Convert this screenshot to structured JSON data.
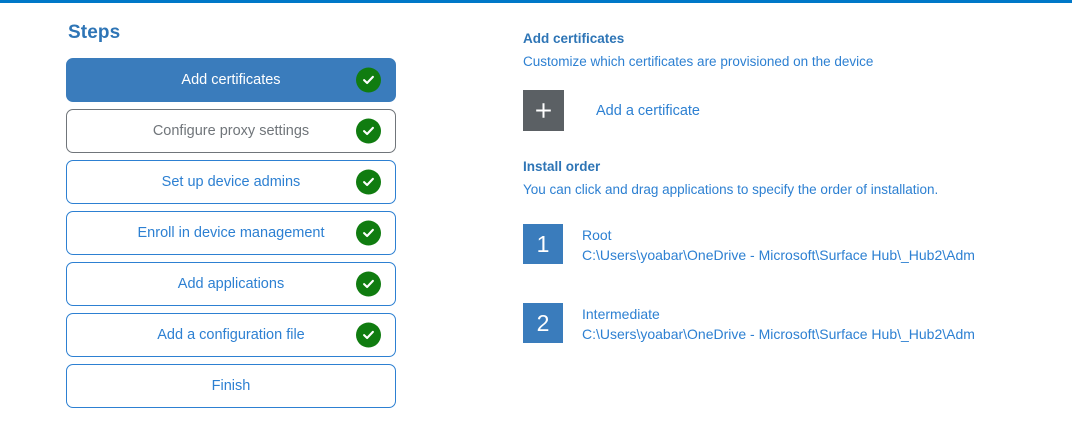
{
  "theme": {
    "accent_blue": "#2d80d2",
    "header_blue": "#2e75b6",
    "selected_blue": "#3a7cbc",
    "top_rule_blue": "#0078c8",
    "check_green": "#107c10",
    "tile_grey": "#5b6064",
    "muted_grey": "#70757a"
  },
  "steps_panel": {
    "title": "Steps",
    "items": [
      {
        "label": "Add certificates",
        "state": "active",
        "completed": true
      },
      {
        "label": "Configure proxy settings",
        "state": "grey",
        "completed": true
      },
      {
        "label": "Set up device admins",
        "state": "blue",
        "completed": true
      },
      {
        "label": "Enroll in device management",
        "state": "blue",
        "completed": true
      },
      {
        "label": "Add applications",
        "state": "blue",
        "completed": true
      },
      {
        "label": "Add a configuration file",
        "state": "blue",
        "completed": true
      },
      {
        "label": "Finish",
        "state": "blue",
        "completed": false
      }
    ]
  },
  "detail_panel": {
    "heading": "Add certificates",
    "subheading": "Customize which certificates are provisioned on the device",
    "add_certificate": {
      "icon": "plus-icon",
      "label": "Add a certificate"
    },
    "install_order": {
      "heading": "Install order",
      "subheading": "You can click and drag applications to specify the order of installation.",
      "items": [
        {
          "number": "1",
          "name": "Root",
          "path": "C:\\Users\\yoabar\\OneDrive - Microsoft\\Surface Hub\\_Hub2\\Adm"
        },
        {
          "number": "2",
          "name": "Intermediate",
          "path": "C:\\Users\\yoabar\\OneDrive - Microsoft\\Surface Hub\\_Hub2\\Adm"
        }
      ]
    }
  }
}
